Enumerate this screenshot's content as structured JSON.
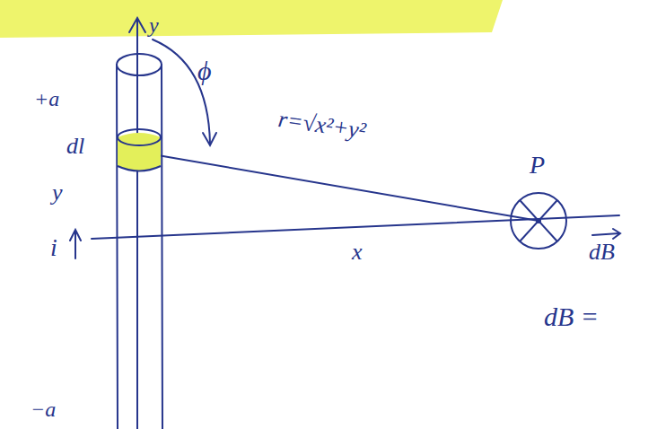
{
  "diagram": {
    "labels": [
      "y",
      "+a",
      "ϕ",
      "dl",
      "r=√x²+y²",
      "P",
      "y",
      "x",
      "dB",
      "i",
      "−a",
      "dB ="
    ]
  }
}
